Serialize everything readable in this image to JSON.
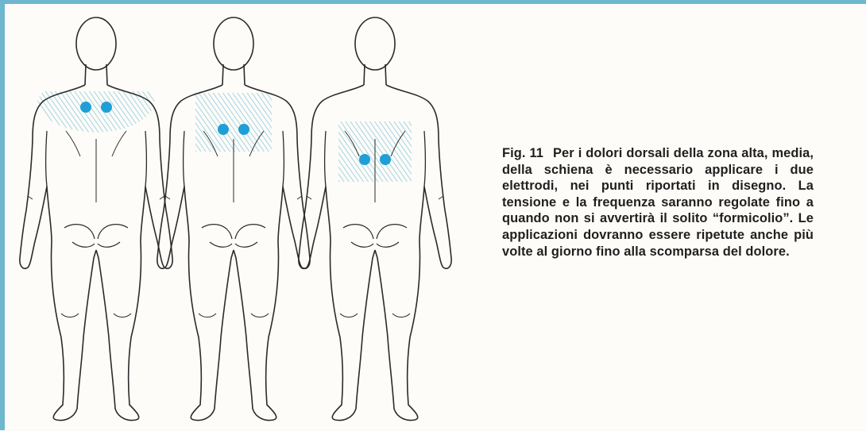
{
  "colors": {
    "frame_border": "#6fb6cf",
    "electrode": "#1f9fd6",
    "hatch": "#8ec9df",
    "outline": "#2b2b2b"
  },
  "figures": [
    {
      "area": "upper-back",
      "electrodes": 2
    },
    {
      "area": "mid-back",
      "electrodes": 2
    },
    {
      "area": "lower-back",
      "electrodes": 2
    }
  ],
  "caption": {
    "label": "Fig. 11",
    "text": "Per i dolori dorsali della zona alta, media, della schiena è necessario applicare i due elettrodi, nei punti riportati in disegno. La tensione e la frequenza saranno regolate fino a quando non si avvertirà il solito “formicolio”. Le applicazioni dovranno essere ripetute anche più volte al giorno fino alla scomparsa del dolore."
  }
}
